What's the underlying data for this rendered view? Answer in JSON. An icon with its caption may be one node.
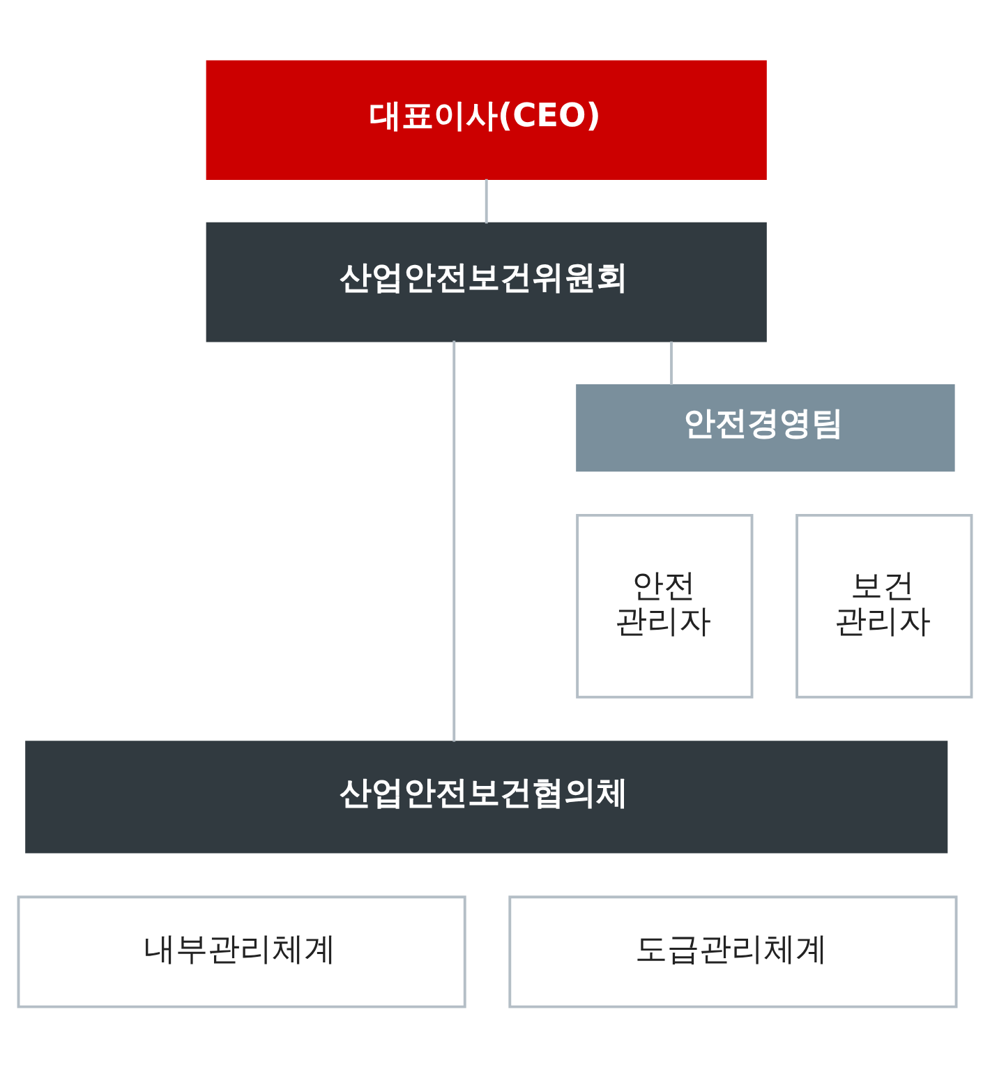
{
  "diagram": {
    "nodes": [
      {
        "text": [
          "대표이사(CEO)"
        ]
      },
      {
        "text": [
          "산업안전보건위원회"
        ]
      },
      {
        "text": [
          "안전경영팀"
        ]
      },
      {
        "text": [
          "안전 관리자"
        ]
      },
      {
        "text": [
          "보건 관리자"
        ]
      },
      {
        "text": [
          "산업안전보건협의체"
        ]
      },
      {
        "text": [
          "내부관리체계"
        ]
      },
      {
        "text": [
          "도급관리체계"
        ]
      }
    ],
    "edges": [
      {
        "from": 0,
        "to": 1,
        "arrow": "none"
      },
      {
        "from": 1,
        "to": 2,
        "arrow": "none"
      },
      {
        "from": 1,
        "to": 5,
        "arrow": "none"
      }
    ]
  }
}
